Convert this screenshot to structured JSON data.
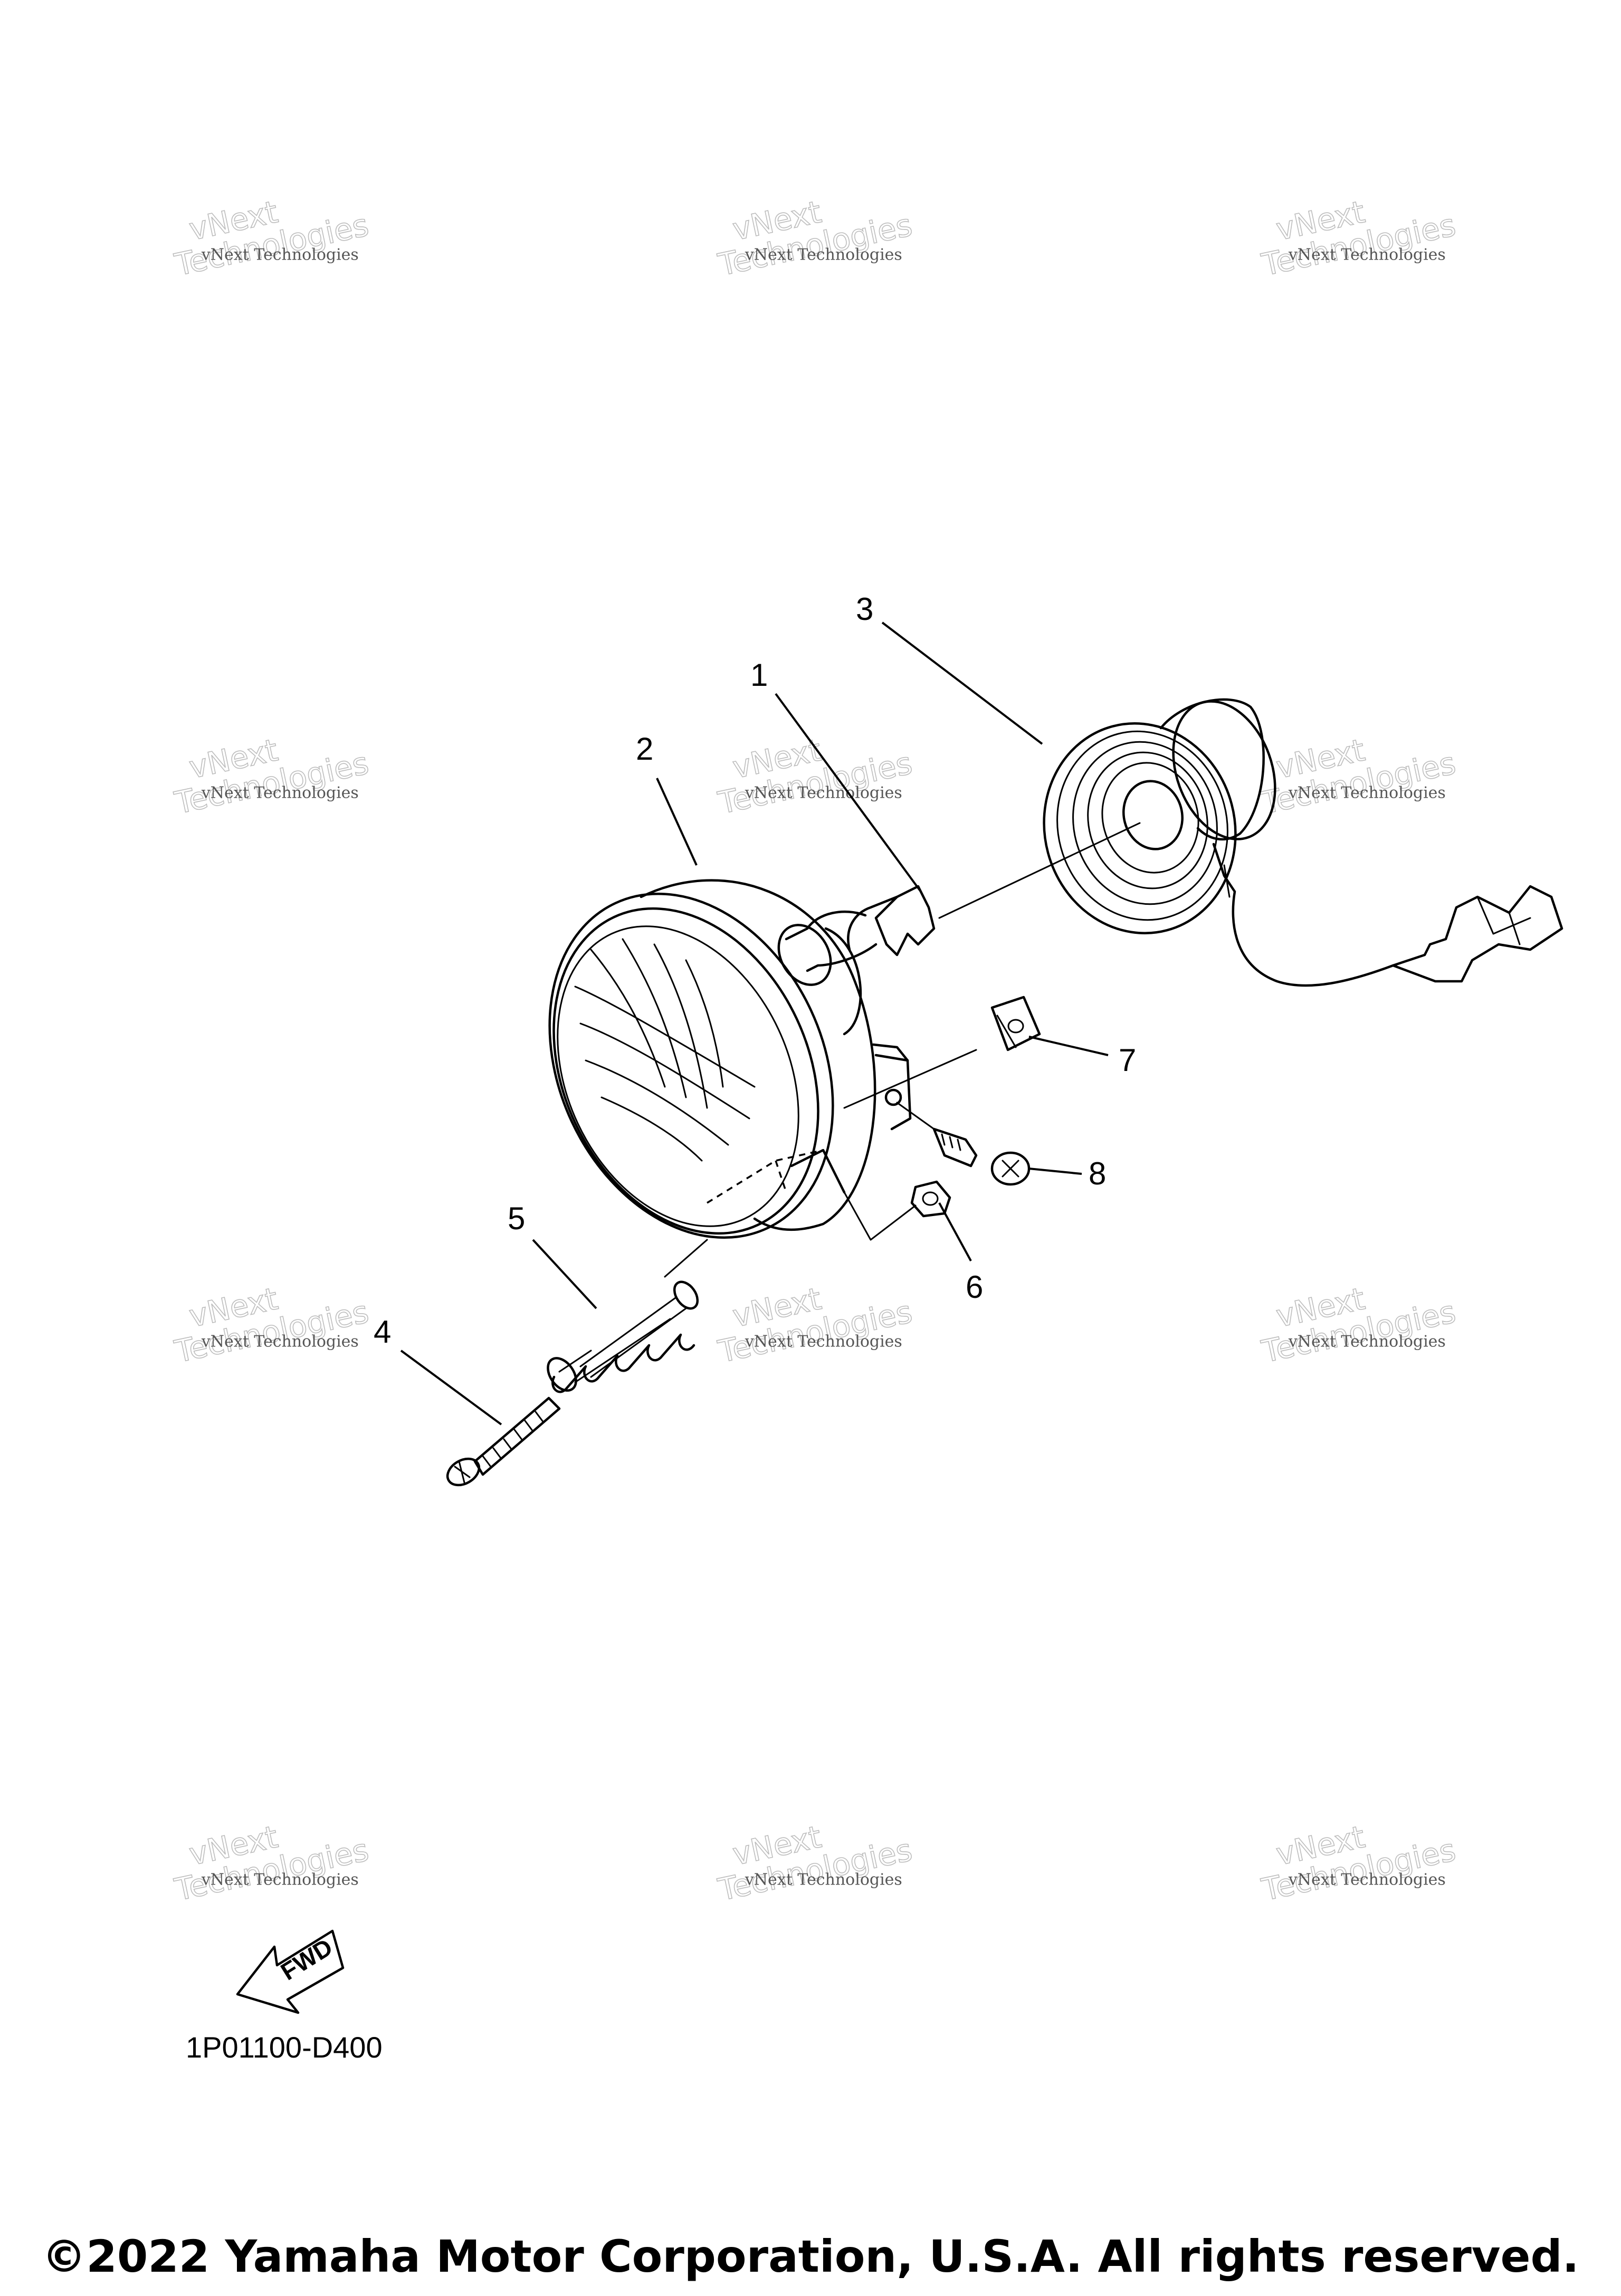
{
  "callouts": {
    "c1": "1",
    "c2": "2",
    "c3": "3",
    "c4": "4",
    "c5": "5",
    "c6": "6",
    "c7": "7",
    "c8": "8"
  },
  "fwd_label": "FWD",
  "watermark": {
    "line_a": "vNext Technologies",
    "line_b": "vNext",
    "line_c": "Technologies"
  },
  "reference_code": "1P01100-D400",
  "copyright": "©2022 Yamaha Motor Corporation, U.S.A. All rights reserved."
}
